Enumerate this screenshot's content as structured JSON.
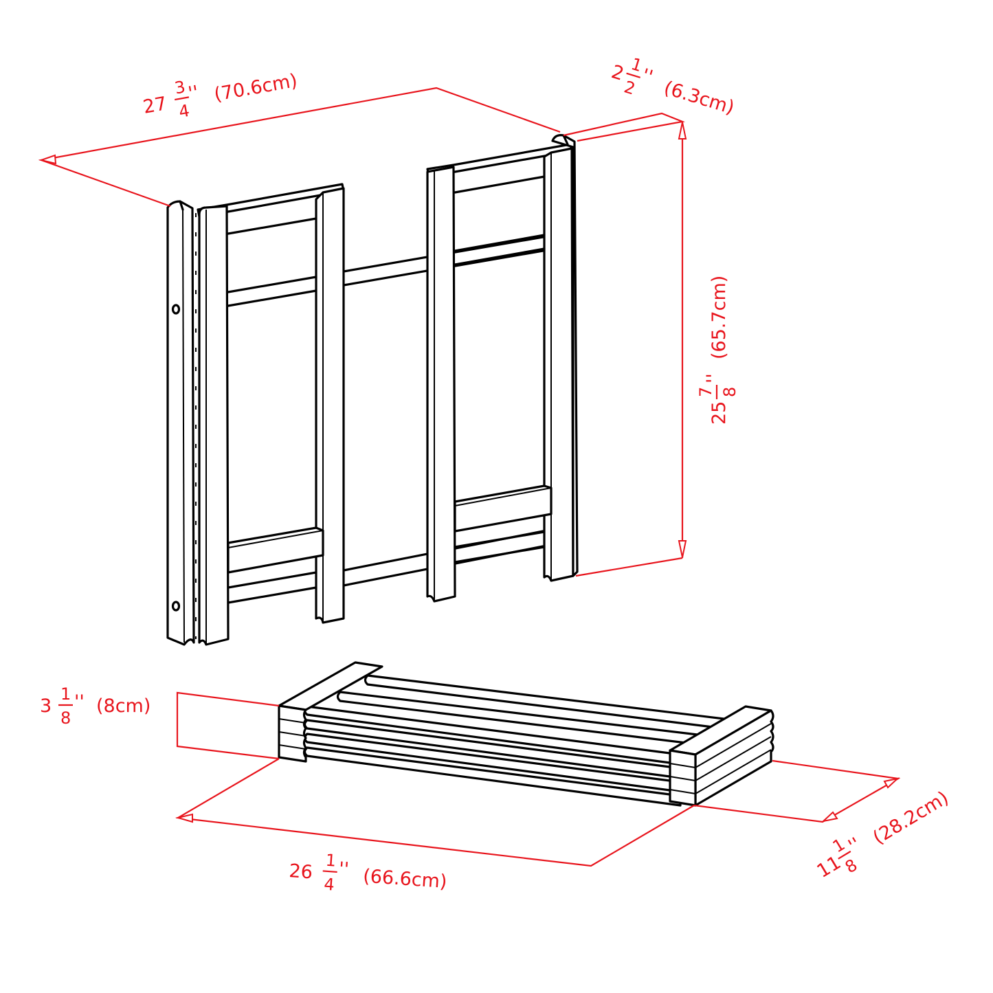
{
  "diagram": {
    "subject": "folding shelf frame and slatted shelf line drawing",
    "colors": {
      "line": "#000000",
      "dimension": "#e8141c",
      "background": "#ffffff"
    },
    "dimensions": {
      "overall_width": {
        "whole": "27",
        "num": "3",
        "den": "4",
        "unit": "''",
        "metric": "(70.6cm)"
      },
      "frame_depth": {
        "whole": "2",
        "num": "1",
        "den": "2",
        "unit": "''",
        "metric": "(6.3cm)"
      },
      "height": {
        "whole": "25",
        "num": "7",
        "den": "8",
        "unit": "''",
        "metric": "(65.7cm)"
      },
      "shelf_thickness": {
        "whole": "3",
        "num": "1",
        "den": "8",
        "unit": "''",
        "metric": "(8cm)"
      },
      "shelf_width": {
        "whole": "26",
        "num": "1",
        "den": "4",
        "unit": "''",
        "metric": "(66.6cm)"
      },
      "shelf_depth": {
        "whole": "11",
        "num": "1",
        "den": "8",
        "unit": "''",
        "metric": "(28.2cm)"
      }
    }
  }
}
